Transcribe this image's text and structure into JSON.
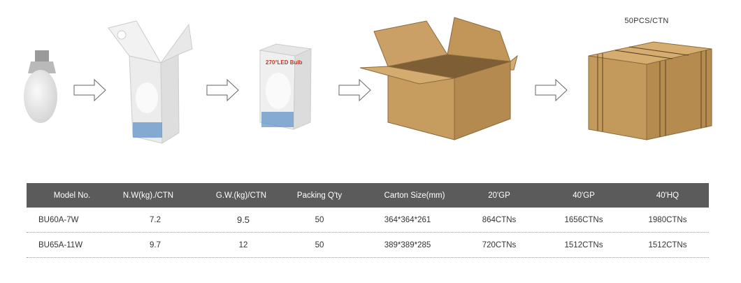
{
  "carton_label": "50PCS/CTN",
  "box_print": "270°LED Bulb",
  "table": {
    "headers": [
      "Model No.",
      "N.W(kg)./CTN",
      "G.W.(kg)/CTN",
      "Packing Q'ty",
      "Carton Size(mm)",
      "20'GP",
      "40'GP",
      "40'HQ"
    ],
    "rows": [
      [
        "BU60A-7W",
        "7.2",
        "9.5",
        "50",
        "364*364*261",
        "864CTNs",
        "1656CTNs",
        "1980CTNs"
      ],
      [
        "BU65A-11W",
        "9.7",
        "12",
        "50",
        "389*389*285",
        "720CTNs",
        "1512CTNs",
        "1512CTNs"
      ]
    ]
  },
  "colors": {
    "header_bg": "#5b5b5b",
    "carton": "#c49a5c"
  }
}
